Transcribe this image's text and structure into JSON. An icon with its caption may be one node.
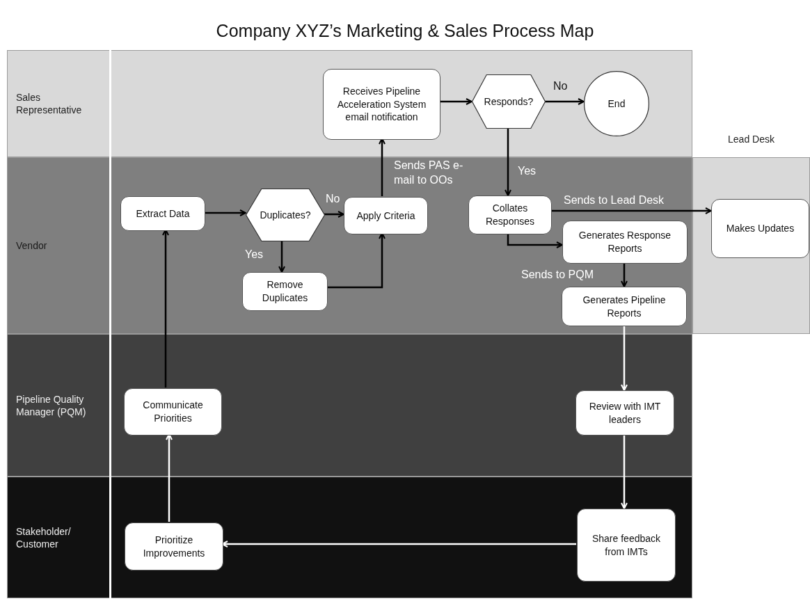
{
  "diagram": {
    "title": "Company XYZ’s Marketing & Sales Process Map",
    "nodes": [
      {
        "text": [
          "Sales Representative"
        ]
      },
      {
        "text": [
          "Receives Pipeline Acceleration System email notification"
        ],
        "in": 0
      },
      {
        "text": [
          "Responds?"
        ],
        "in": 0
      },
      {
        "text": [
          "End"
        ],
        "in": 0
      },
      {
        "text": [
          "Vendor"
        ]
      },
      {
        "text": [
          "Extract Data"
        ],
        "in": 4
      },
      {
        "text": [
          "Duplicates?"
        ],
        "in": 4
      },
      {
        "text": [
          "Apply Criteria"
        ],
        "in": 4
      },
      {
        "text": [
          "Remove Duplicates"
        ],
        "in": 4
      },
      {
        "text": [
          "Collates Responses"
        ],
        "in": 4
      },
      {
        "text": [
          "Generates Response Reports"
        ],
        "in": 4
      },
      {
        "text": [
          "Generates Pipeline Reports"
        ],
        "in": 4
      },
      {
        "text": [
          "Lead Desk"
        ]
      },
      {
        "text": [
          "Makes Updates"
        ],
        "in": 12
      },
      {
        "text": [
          "Pipeline Quality Manager (PQM)"
        ]
      },
      {
        "text": [
          "Communicate Priorities"
        ],
        "in": 14
      },
      {
        "text": [
          "Review with IMT leaders"
        ],
        "in": 14
      },
      {
        "text": [
          "Stakeholder/ Customer"
        ]
      },
      {
        "text": [
          "Prioritize Improvements"
        ],
        "in": 17
      },
      {
        "text": [
          "Share feedback from IMTs"
        ],
        "in": 17
      }
    ],
    "edges": [
      {
        "from": 5,
        "to": 6,
        "arrow": "to"
      },
      {
        "from": 6,
        "to": 7,
        "arrow": "to",
        "label": "No"
      },
      {
        "from": 6,
        "to": 8,
        "arrow": "to",
        "label": "Yes"
      },
      {
        "from": 8,
        "to": 7,
        "arrow": "to"
      },
      {
        "from": 7,
        "to": 1,
        "arrow": "to",
        "label": "Sends PAS e-mail to OOs"
      },
      {
        "from": 1,
        "to": 2,
        "arrow": "to"
      },
      {
        "from": 2,
        "to": 3,
        "arrow": "to",
        "label": "No"
      },
      {
        "from": 2,
        "to": 9,
        "arrow": "to",
        "label": "Yes"
      },
      {
        "from": 9,
        "to": 13,
        "arrow": "to",
        "label": "Sends to Lead Desk"
      },
      {
        "from": 9,
        "to": 10,
        "arrow": "to"
      },
      {
        "from": 10,
        "to": 11,
        "arrow": "to",
        "label": "Sends to PQM"
      },
      {
        "from": 11,
        "to": 16,
        "arrow": "to",
        "color": "#ffffff"
      },
      {
        "from": 16,
        "to": 19,
        "arrow": "to",
        "color": "#ffffff"
      },
      {
        "from": 19,
        "to": 18,
        "arrow": "to",
        "color": "#ffffff"
      },
      {
        "from": 18,
        "to": 15,
        "arrow": "to",
        "color": "#ffffff"
      },
      {
        "from": 15,
        "to": 5,
        "arrow": "to"
      }
    ]
  }
}
